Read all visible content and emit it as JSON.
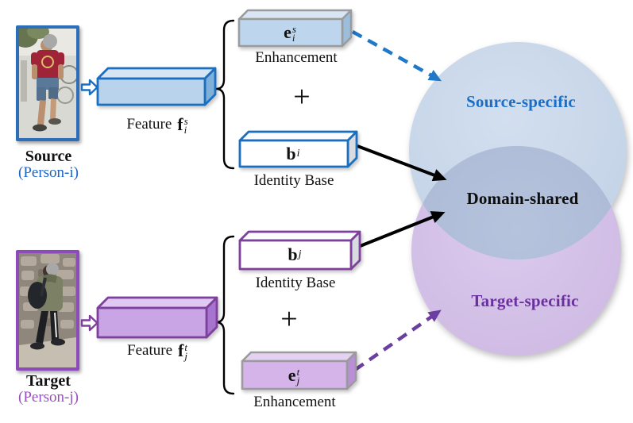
{
  "source": {
    "label": "Source",
    "person": "(Person-i)",
    "feature_word": "Feature",
    "feature_sym": "f",
    "feature_sup": "s",
    "feature_sub": "i",
    "enh_sym": "e",
    "enh_sup": "s",
    "enh_sub": "i",
    "enh_caption": "Enhancement",
    "base_sym": "b",
    "base_sub": "i",
    "base_caption": "Identity Base",
    "plus": "+"
  },
  "target": {
    "label": "Target",
    "person": "(Person-j)",
    "feature_word": "Feature",
    "feature_sym": "f",
    "feature_sup": "t",
    "feature_sub": "j",
    "enh_sym": "e",
    "enh_sup": "t",
    "enh_sub": "j",
    "enh_caption": "Enhancement",
    "base_sym": "b",
    "base_sub": "j",
    "base_caption": "Identity Base",
    "plus": "+"
  },
  "venn": {
    "source_specific": "Source-specific",
    "domain_shared": "Domain-shared",
    "target_specific": "Target-specific"
  },
  "colors": {
    "source_accent": "#1a6fc0",
    "source_text": "#1b64c8",
    "target_accent": "#7e3f9d",
    "target_text": "#9a4fc0",
    "source_circle": "#c9d7ea",
    "target_circle": "#d2bfe5",
    "overlap": "#aebcd8",
    "enhancement_border": "#9b9b9b",
    "arrow_black": "#000000",
    "venn_source_label": "#1b6ec6",
    "venn_target_label": "#6b2fa0"
  }
}
